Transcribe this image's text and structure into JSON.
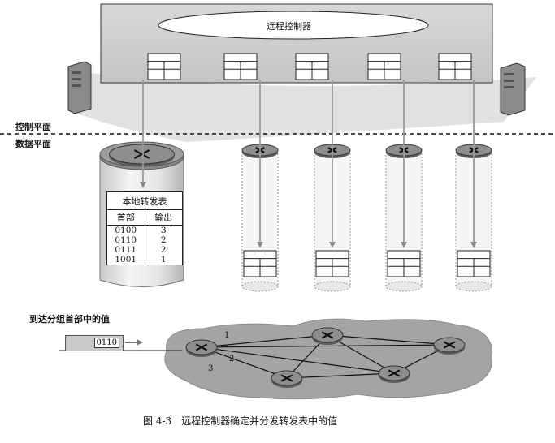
{
  "controller": {
    "label": "远程控制器"
  },
  "planes": {
    "control": "控制平面",
    "data": "数据平面"
  },
  "forwarding_table": {
    "title": "本地转发表",
    "col_header": "首部",
    "col_output": "输出",
    "rows": [
      {
        "header": "0100",
        "output": "3"
      },
      {
        "header": "0110",
        "output": "2"
      },
      {
        "header": "0111",
        "output": "2"
      },
      {
        "header": "1001",
        "output": "1"
      }
    ]
  },
  "packet": {
    "label": "到达分组首部中的值",
    "value": "0110"
  },
  "ports": {
    "p1": "1",
    "p2": "2",
    "p3": "3"
  },
  "caption": "图 4-3　远程控制器确定并分发转发表中的值",
  "colors": {
    "cloud": "#9c9c9c",
    "panel": "#d2d2d2",
    "router": "#8a8a8a",
    "arrow": "#9a9a9a"
  }
}
